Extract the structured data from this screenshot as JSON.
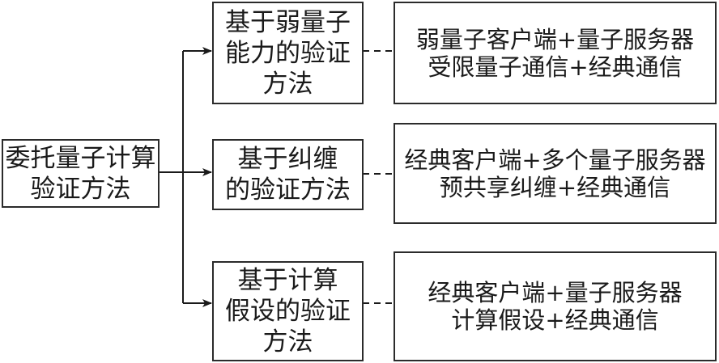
{
  "root": {
    "lines": [
      "委托量子计算",
      "验证方法"
    ]
  },
  "methods": [
    {
      "lines": [
        "基于弱量子",
        "能力的验证",
        "方法"
      ],
      "detail": [
        "弱量子客户端+量子服务器",
        "受限量子通信+经典通信"
      ]
    },
    {
      "lines": [
        "基于纠缠",
        "的验证方法"
      ],
      "detail": [
        "经典客户端+多个量子服务器",
        "预共享纠缠+经典通信"
      ]
    },
    {
      "lines": [
        "基于计算",
        "假设的验证",
        "方法"
      ],
      "detail": [
        "经典客户端+量子服务器",
        "计算假设+经典通信"
      ]
    }
  ]
}
